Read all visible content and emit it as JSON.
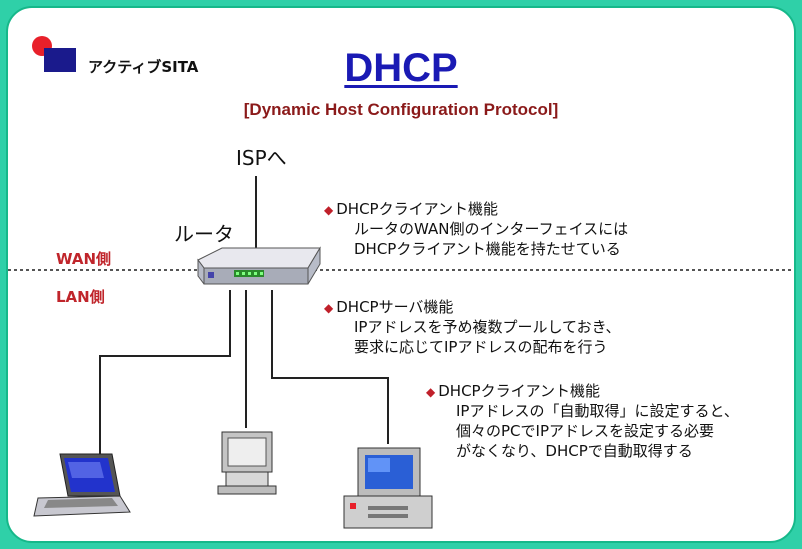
{
  "logo": {
    "text": "アクティブSITA",
    "colors": {
      "circle": "#e8202a",
      "square": "#1a1a8c"
    }
  },
  "title": "DHCP",
  "subtitle": "[Dynamic Host Configuration Protocol]",
  "labels": {
    "isp": "ISPへ",
    "router": "ルータ",
    "wan": "WAN側",
    "lan": "LAN側"
  },
  "notes": [
    {
      "heading": "DHCPクライアント機能",
      "lines": [
        "ルータのWAN側のインターフェイスには",
        "DHCPクライアント機能を持たせている"
      ]
    },
    {
      "heading": "DHCPサーバ機能",
      "lines": [
        "IPアドレスを予め複数プールしておき、",
        "要求に応じてIPアドレスの配布を行う"
      ]
    },
    {
      "heading": "DHCPクライアント機能",
      "lines": [
        "IPアドレスの「自動取得」に設定すると、",
        "個々のPCでIPアドレスを設定する必要",
        "がなくなり、DHCPで自動取得する"
      ]
    }
  ],
  "colors": {
    "border": "#16b88a",
    "title": "#1a1ab4",
    "subtitle": "#8b1a1a",
    "accent_red": "#c0252b"
  }
}
